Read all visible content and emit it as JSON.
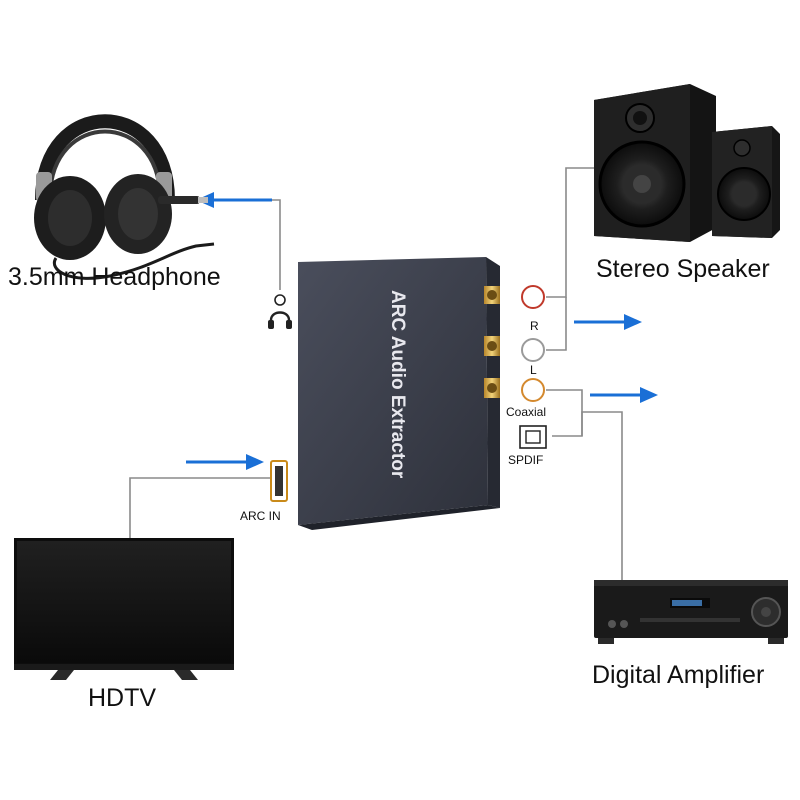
{
  "labels": {
    "headphone": "3.5mm Headphone",
    "speaker": "Stereo Speaker",
    "amplifier": "Digital Amplifier",
    "hdtv": "HDTV",
    "device": "ARC Audio Extractor",
    "arc_in": "ARC IN",
    "rca_r": "R",
    "rca_l": "L",
    "coaxial": "Coaxial",
    "spdif": "SPDIF"
  },
  "colors": {
    "arrow": "#1a6fd6",
    "wire": "#8a8a8a",
    "device_body": "#3e4250",
    "rca_r_ring": "#c0392b",
    "rca_l_ring": "#9a9a9a",
    "coax_ring": "#d4892e"
  },
  "icons": {
    "headphone_jack": "headphone-icon",
    "optical_port": "spdif-port-icon",
    "hdmi_port": "hdmi-port-icon"
  }
}
